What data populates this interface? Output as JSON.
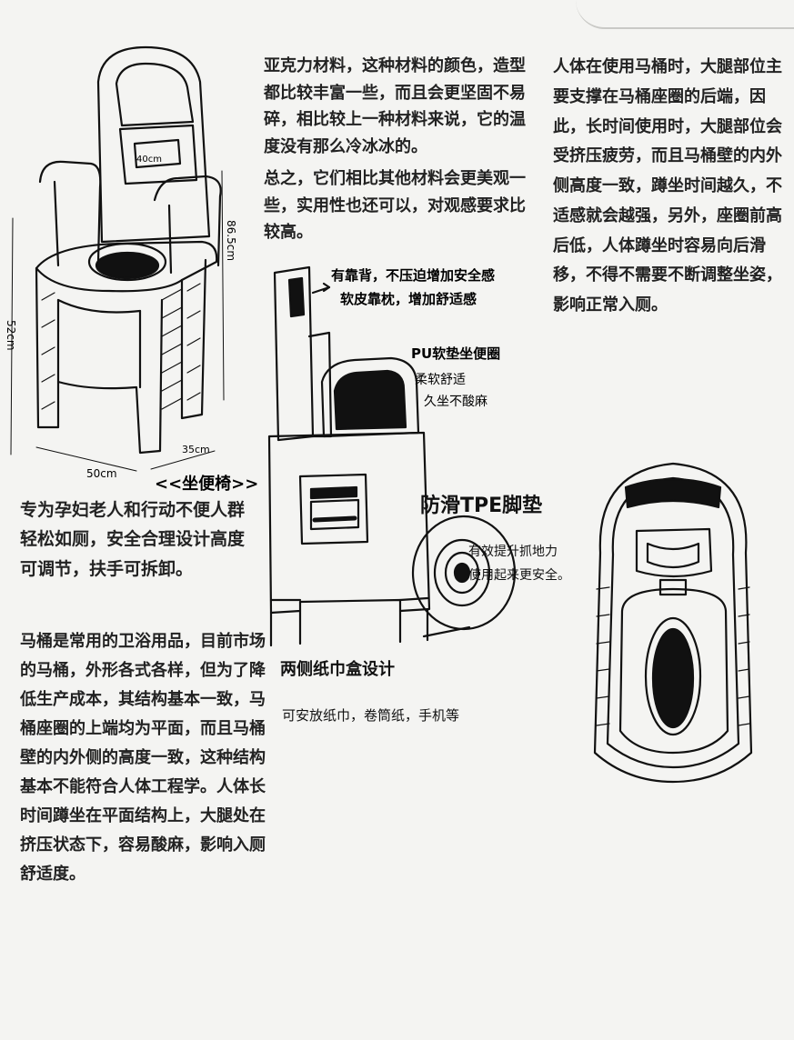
{
  "texts": {
    "intro_top": "亚克力材料，这种材料的颜色，造型都比较丰富一些，而且会更坚固不易碎，相比较上一种材料来说，它的温度没有那么冷冰冰的。",
    "summary": "总之，它们相比其他材料会更美观一些，实用性也还可以，对观感要求比较高。",
    "right_top": "人体在使用马桶时，大腿部位主要支撑在马桶座圈的后端，因此，长时间使用时，大腿部位会受挤压疲劳，而且马桶壁的内外侧高度一致，蹲坐时间越久，不适感就会越强，另外，座圈前高后低，人体蹲坐时容易向后滑移，不得不需要不断调整坐姿，影响正常入厕。",
    "left_mid": "专为孕妇老人和行动不便人群轻松如厕，安全合理设计高度可调节，扶手可拆卸。",
    "left_bottom": "马桶是常用的卫浴用品，目前市场的马桶，外形各式各样，但为了降低生产成本，其结构基本一致，马桶座圈的上端均为平面，而且马桶壁的内外侧的高度一致，这种结构基本不能符合人体工程学。人体长时间蹲坐在平面结构上，大腿处在挤压状态下，容易酸麻，影响入厕舒适度。"
  },
  "sketch1": {
    "title": "<<坐便椅>>",
    "dim_width": "50cm",
    "dim_depth": "35cm",
    "dim_height": "86.5cm",
    "dim_height_left": "52cm",
    "dim_seat": "40cm"
  },
  "sketch2": {
    "annot_back_1": "有靠背，不压迫增加安全感",
    "annot_back_2": "软皮靠枕，增加舒适感",
    "annot_pu_title": "PU软垫坐便圈",
    "annot_pu_1": "柔软舒适",
    "annot_pu_2": "久坐不酸麻",
    "annot_pad_title": "防滑TPE脚垫",
    "annot_pad_1": "有效提升抓地力",
    "annot_pad_2": "使用起来更安全。",
    "annot_side_title": "两侧纸巾盒设计",
    "annot_side_1": "可安放纸巾，卷筒纸，手机等"
  }
}
